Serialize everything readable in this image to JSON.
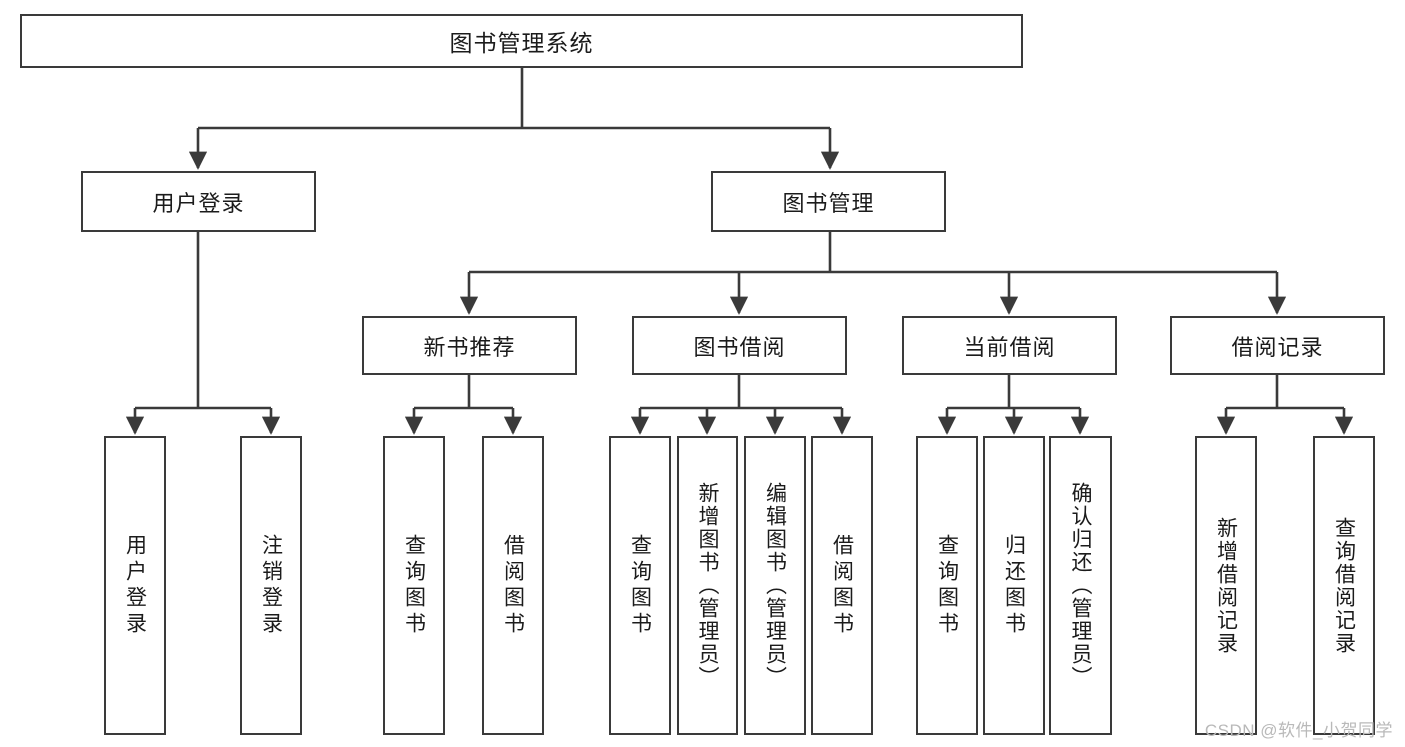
{
  "diagram": {
    "title": "图书管理系统",
    "type": "hierarchy-tree",
    "levels": 4,
    "colors": {
      "box_border": "#3a3a3a",
      "box_fill": "#ffffff",
      "connector": "#3a3a3a",
      "text": "#1b1b1b",
      "watermark": "#b9b9b9",
      "background": "#ffffff"
    },
    "root": {
      "label": "图书管理系统"
    },
    "level2": [
      {
        "label": "用户登录"
      },
      {
        "label": "图书管理"
      }
    ],
    "level3": [
      {
        "label": "新书推荐"
      },
      {
        "label": "图书借阅"
      },
      {
        "label": "当前借阅"
      },
      {
        "label": "借阅记录"
      }
    ],
    "leaves": {
      "user_login": [
        {
          "label": "用户登录"
        },
        {
          "label": "注销登录"
        }
      ],
      "new_book": [
        {
          "label": "查询图书"
        },
        {
          "label": "借阅图书"
        }
      ],
      "book_borrow": [
        {
          "label": "查询图书"
        },
        {
          "label": "新增图书（管理员）"
        },
        {
          "label": "编辑图书（管理员）"
        },
        {
          "label": "借阅图书"
        }
      ],
      "current_borrow": [
        {
          "label": "查询图书"
        },
        {
          "label": "归还图书"
        },
        {
          "label": "确认归还（管理员）"
        }
      ],
      "borrow_record": [
        {
          "label": "新增借阅记录"
        },
        {
          "label": "查询借阅记录"
        }
      ]
    }
  },
  "watermark": {
    "text": "CSDN @软件_小贺同学"
  }
}
